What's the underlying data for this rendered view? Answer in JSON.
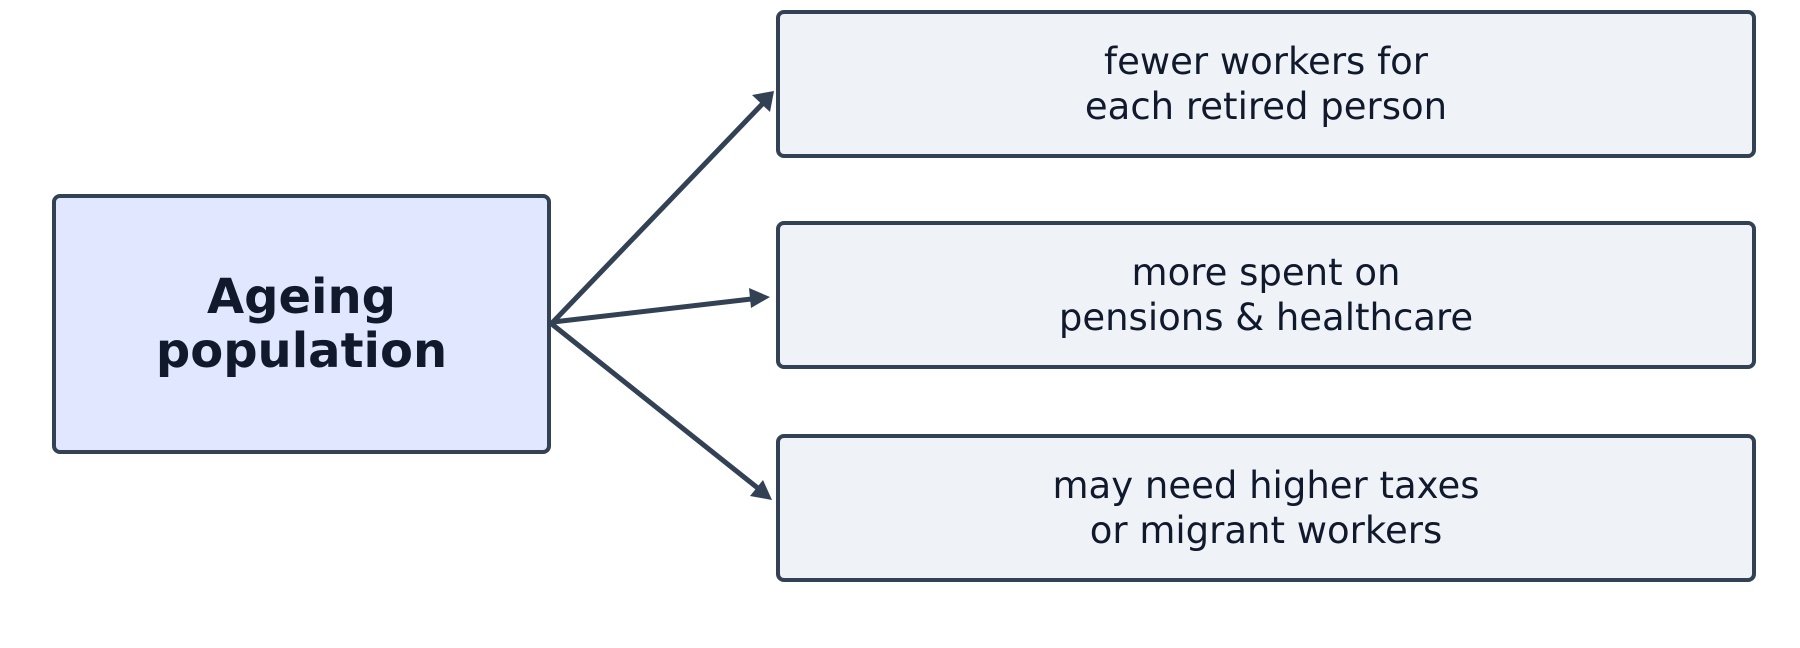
{
  "center": {
    "label": "Ageing\npopulation"
  },
  "outcomes": [
    {
      "label": "fewer workers for\neach retired person"
    },
    {
      "label": "more spent on\npensions & healthcare"
    },
    {
      "label": "may need higher taxes\nor migrant workers"
    }
  ],
  "colors": {
    "center_fill": "#e0e7ff",
    "outcome_fill": "#eff3f8",
    "stroke": "#334155",
    "text": "#111a2c"
  }
}
